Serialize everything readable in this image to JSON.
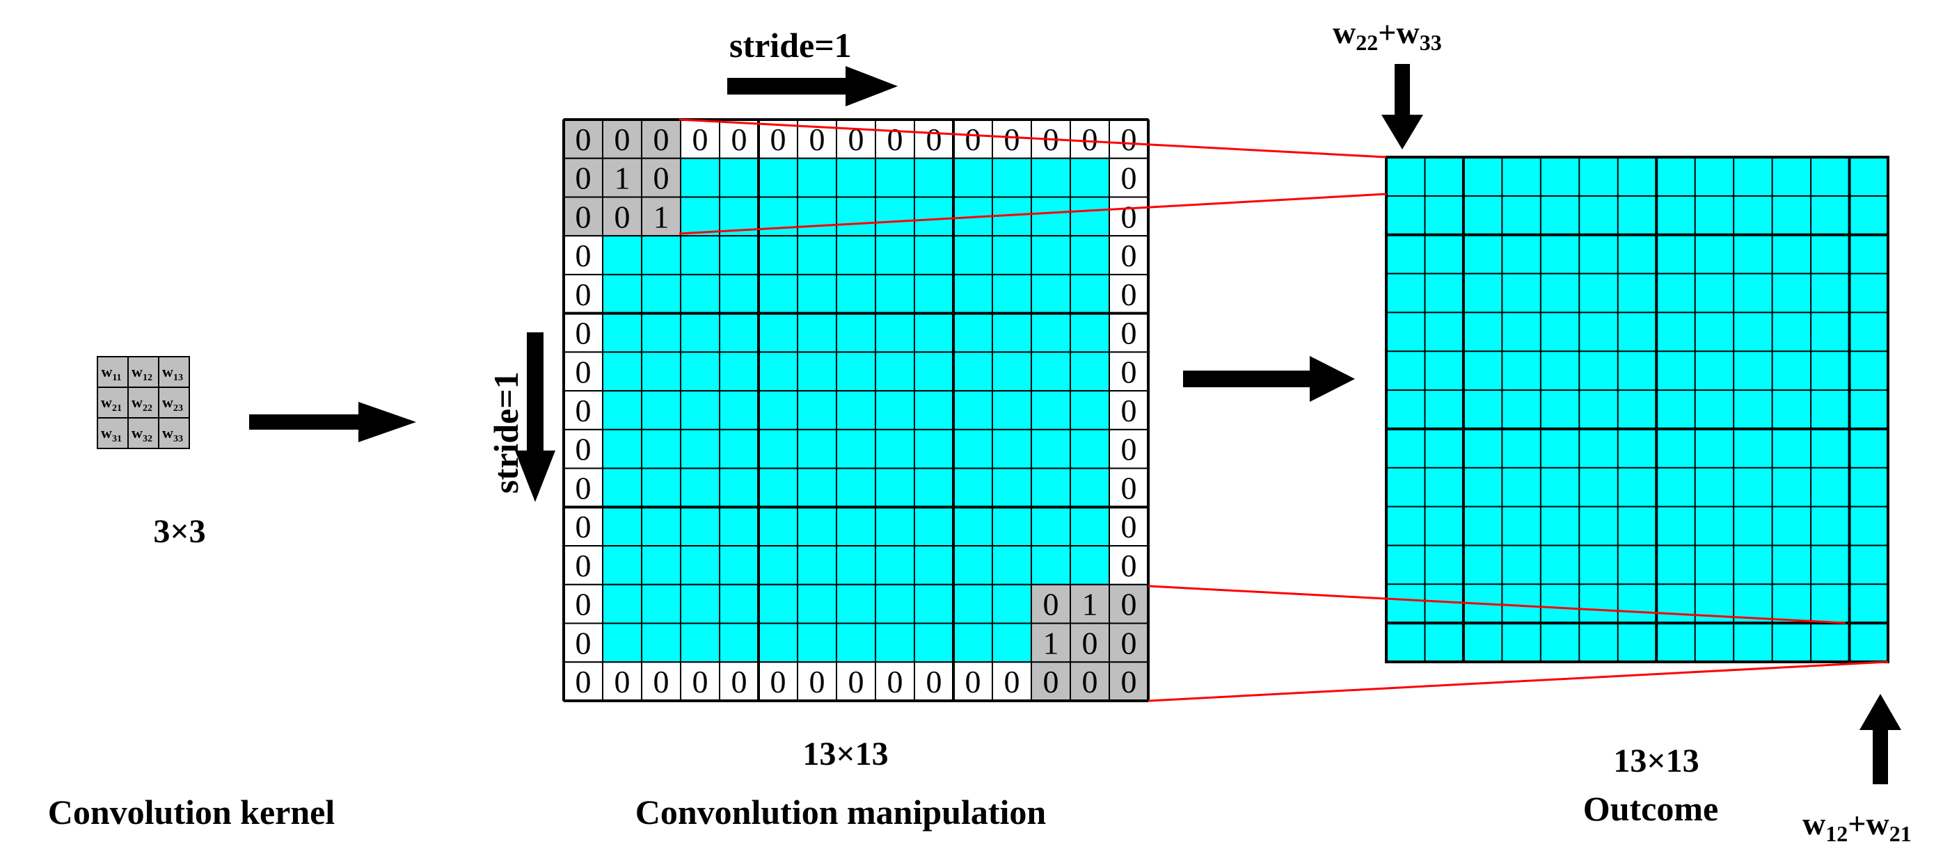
{
  "kernel": {
    "size_label": "3×3",
    "caption": "Convolution kernel",
    "weights": [
      [
        {
          "base": "w",
          "sub": "11"
        },
        {
          "base": "w",
          "sub": "12"
        },
        {
          "base": "w",
          "sub": "13"
        }
      ],
      [
        {
          "base": "w",
          "sub": "21"
        },
        {
          "base": "w",
          "sub": "22"
        },
        {
          "base": "w",
          "sub": "23"
        }
      ],
      [
        {
          "base": "w",
          "sub": "31"
        },
        {
          "base": "w",
          "sub": "32"
        },
        {
          "base": "w",
          "sub": "33"
        }
      ]
    ]
  },
  "manipulation": {
    "size_label": "13×13",
    "caption": "Convonlution manipulation",
    "stride_horizontal_label": "stride=1",
    "stride_vertical_label": "stride=1",
    "padding_digit": "0",
    "window_top_left": [
      [
        "0",
        "0",
        "0"
      ],
      [
        "0",
        "1",
        "0"
      ],
      [
        "0",
        "0",
        "1"
      ]
    ],
    "window_bottom_right": [
      [
        "0",
        "1",
        "0"
      ],
      [
        "1",
        "0",
        "0"
      ],
      [
        "0",
        "0",
        "0"
      ]
    ]
  },
  "outcome": {
    "size_label": "13×13",
    "caption": "Outcome",
    "top_formula": {
      "a": "w",
      "a_sub": "22",
      "op": "+",
      "b": "w",
      "b_sub": "33"
    },
    "bottom_formula": {
      "a": "w",
      "a_sub": "12",
      "op": "+",
      "b": "w",
      "b_sub": "21"
    }
  },
  "colors": {
    "cyan": "#00FFFF",
    "gray": "#BFBFBF",
    "line": "#000000",
    "red": "#FF0000"
  }
}
